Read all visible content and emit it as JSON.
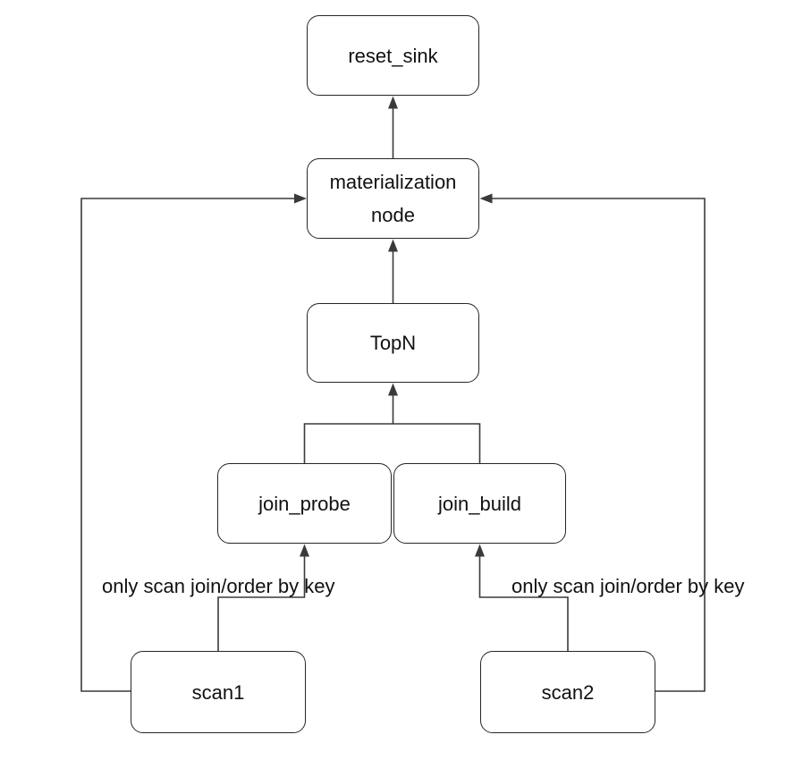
{
  "diagram": {
    "type": "flowchart",
    "nodes": {
      "reset_sink": "reset_sink",
      "materialization": "materialization node",
      "topn": "TopN",
      "join_probe": "join_probe",
      "join_build": "join_build",
      "scan1": "scan1",
      "scan2": "scan2"
    },
    "edge_labels": {
      "left": "only scan join/order by key",
      "right": "only scan join/order by key"
    },
    "edges": [
      {
        "from": "materialization",
        "to": "reset_sink",
        "label": ""
      },
      {
        "from": "topn",
        "to": "materialization",
        "label": ""
      },
      {
        "from": "join_probe",
        "to": "topn",
        "label": ""
      },
      {
        "from": "join_build",
        "to": "topn",
        "label": ""
      },
      {
        "from": "scan1",
        "to": "join_probe",
        "label": "only scan join/order by key"
      },
      {
        "from": "scan2",
        "to": "join_build",
        "label": "only scan join/order by key"
      },
      {
        "from": "scan1",
        "to": "materialization",
        "label": ""
      },
      {
        "from": "scan2",
        "to": "materialization",
        "label": ""
      }
    ],
    "colors": {
      "line_color": "#3a3a3a",
      "box_border_color": "#262626",
      "box_fill_color": "#ffffff",
      "text_color": "#111111",
      "page_background": "#ffffff"
    }
  }
}
